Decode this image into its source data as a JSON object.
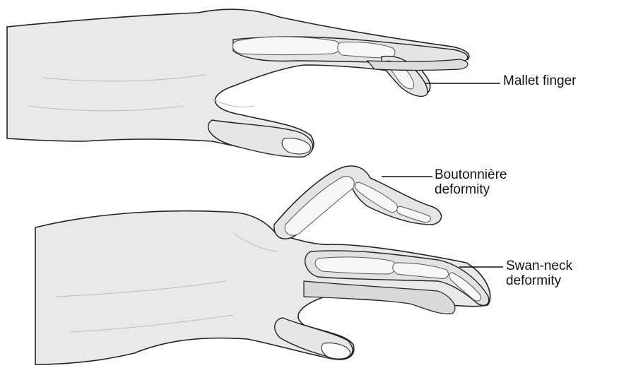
{
  "labels": {
    "mallet_finger": "Mallet finger",
    "boutonniere_line1": "Boutonnière",
    "boutonniere_line2": "deformity",
    "swan_neck_line1": "Swan-neck",
    "swan_neck_line2": "deformity"
  },
  "colors": {
    "skin": "#e9e9e9",
    "bone": "#f7f7f7",
    "outline": "#222222",
    "shade": "#bdbdbd"
  }
}
